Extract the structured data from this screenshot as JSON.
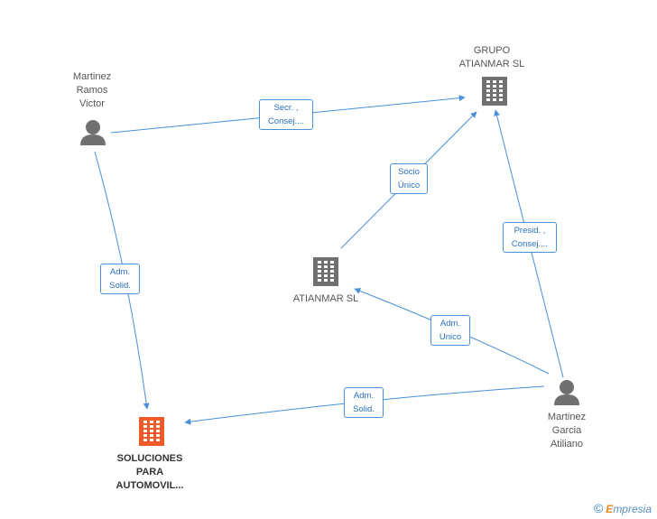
{
  "nodes": {
    "grupo": {
      "label": "GRUPO\nATIANMAR SL",
      "type": "company",
      "color": "#707070"
    },
    "martinez_ramos": {
      "label": "Martinez\nRamos\nVictor",
      "type": "person",
      "color": "#707070"
    },
    "atianmar": {
      "label": "ATIANMAR SL",
      "type": "company",
      "color": "#707070"
    },
    "martinez_garcia": {
      "label": "Martinez\nGarcia\nAtiliano",
      "type": "person",
      "color": "#707070"
    },
    "soluciones": {
      "label": "SOLUCIONES\nPARA\nAUTOMOVIL...",
      "type": "company",
      "color": "#f05a28"
    }
  },
  "edges": {
    "ramos_grupo": {
      "label": "Secr. ,\nConsej...."
    },
    "atianmar_grupo": {
      "label": "Socio\nÚnico"
    },
    "garcia_grupo": {
      "label": "Presid. ,\nConsej...."
    },
    "ramos_soluciones": {
      "label": "Adm.\nSolid."
    },
    "garcia_atianmar": {
      "label": "Adm.\nUnico"
    },
    "garcia_soluciones": {
      "label": "Adm.\nSolid."
    }
  },
  "colors": {
    "edge": "#4a90d9"
  },
  "brand": {
    "copyright": "©",
    "e": "E",
    "rest": "mpresia"
  }
}
